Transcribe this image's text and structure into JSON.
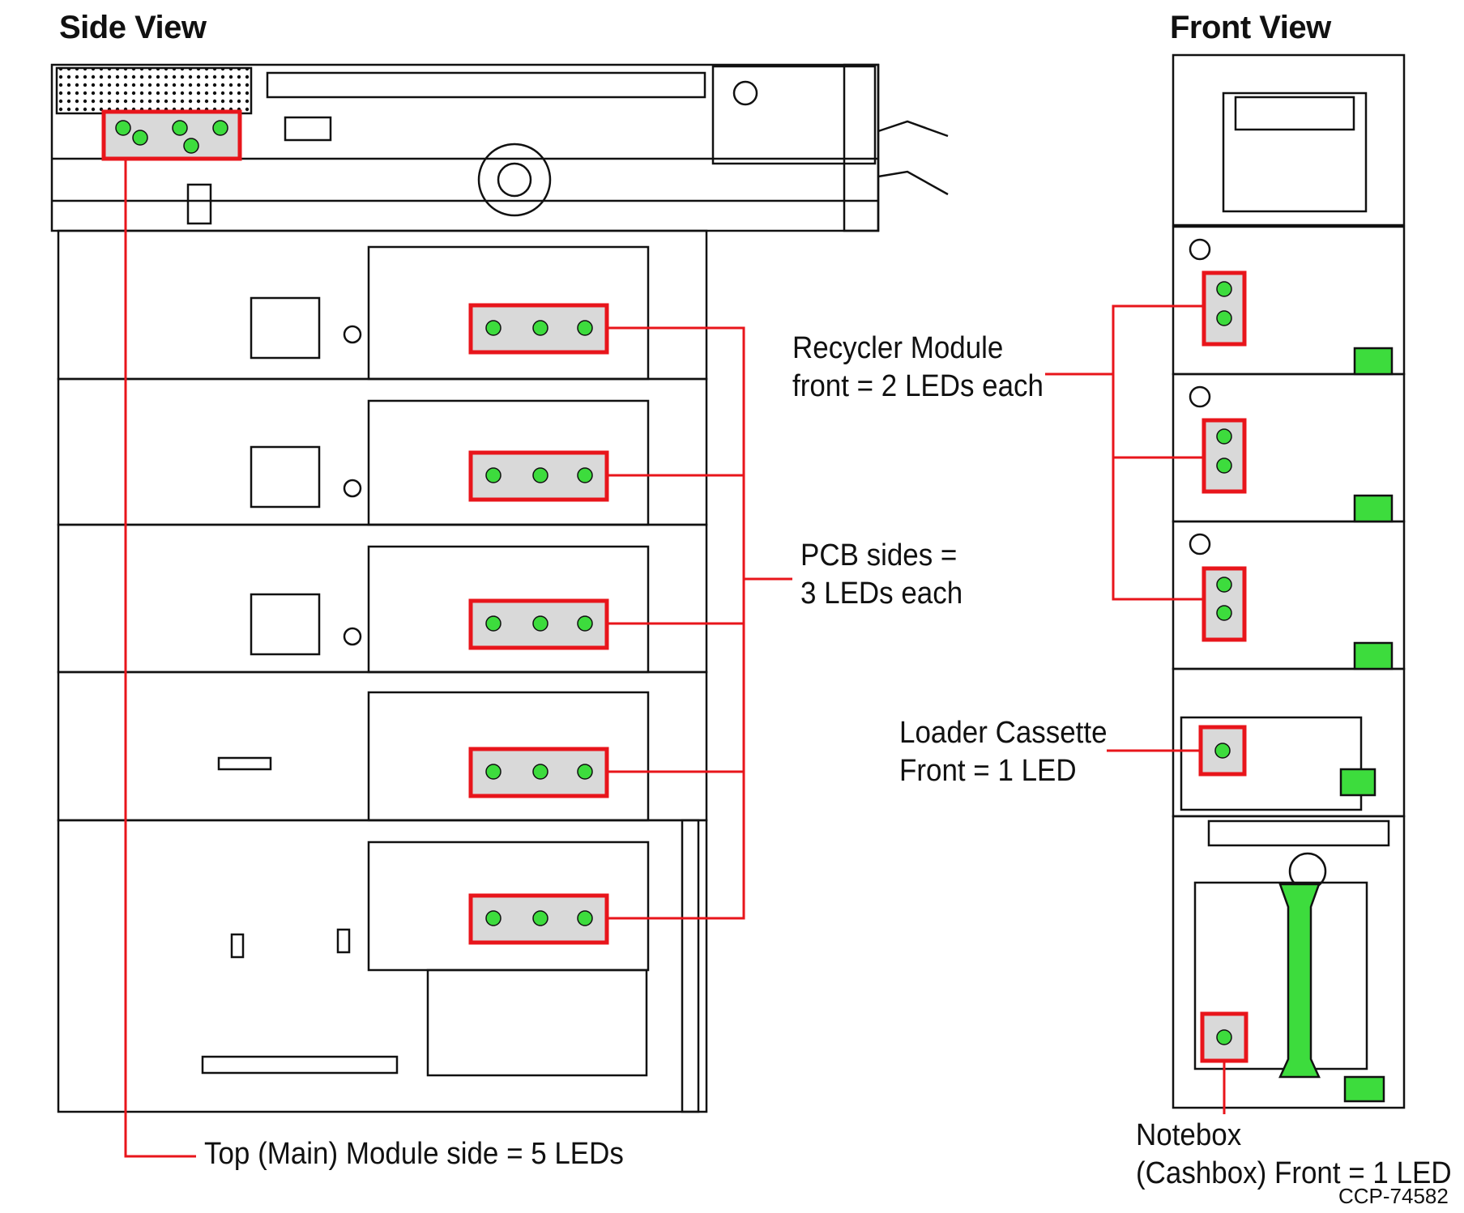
{
  "views": {
    "side_title": "Side View",
    "front_title": "Front View"
  },
  "callouts": {
    "recycler": [
      "Recycler Module",
      "front = 2 LEDs each"
    ],
    "pcb": [
      "PCB sides =",
      "3 LEDs each"
    ],
    "loader": [
      "Loader Cassette",
      "Front = 1 LED"
    ],
    "notebox": [
      "Notebox",
      "(Cashbox) Front = 1 LED"
    ],
    "top_main": "Top (Main) Module side = 5 LEDs"
  },
  "reference_code": "CCP-74582",
  "colors": {
    "highlight_red": "#e8151b",
    "led_green": "#3ddc3d",
    "line": "#111111",
    "panel_gray": "#d9d9d9"
  },
  "led_counts": {
    "top_main_module_side": 5,
    "pcb_side_each": 3,
    "recycler_front_each": 2,
    "loader_cassette_front": 1,
    "notebox_front": 1
  }
}
